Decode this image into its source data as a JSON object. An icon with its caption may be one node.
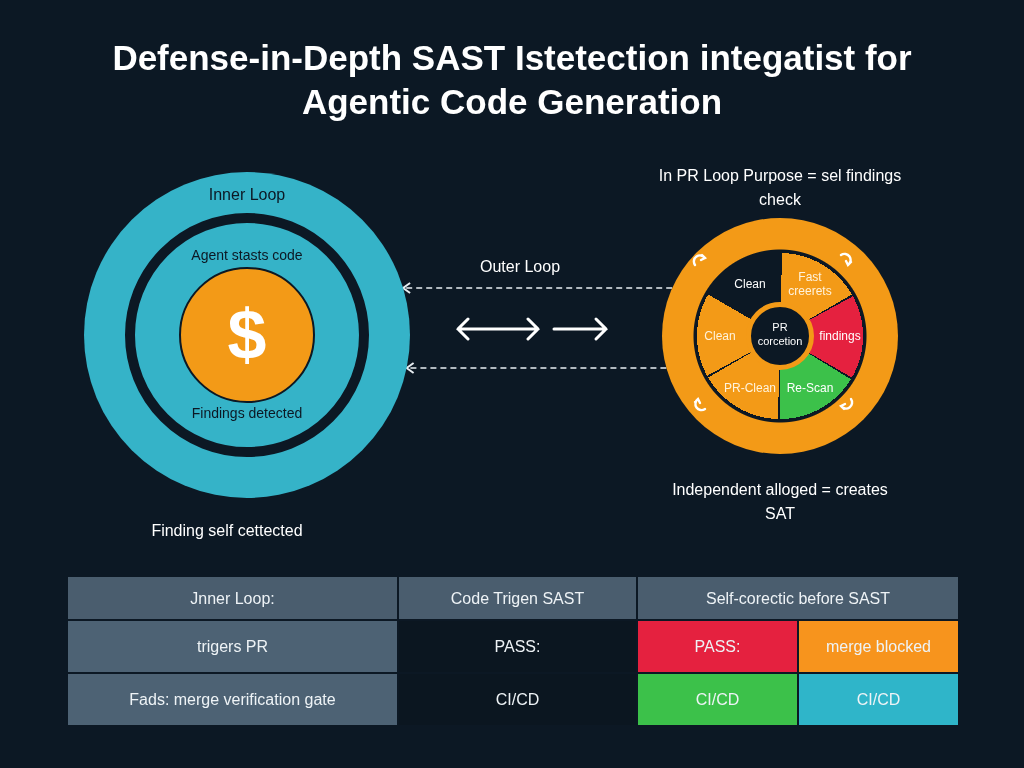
{
  "diagram": {
    "title": "Defense-in-Depth SAST Istetection integatist for Agentic Code Generation",
    "nodes": [
      {
        "text": [
          "Inner Loop"
        ]
      },
      {
        "text": [
          "Agent stasts code",
          "Findings detected"
        ],
        "in": 0
      },
      {
        "text": [
          "$"
        ],
        "in": 1
      },
      {
        "text": [],
        "shape": "circle"
      },
      {
        "text": [
          "Clean"
        ],
        "in": 3
      },
      {
        "text": [
          "Fast creerets"
        ],
        "in": 3
      },
      {
        "text": [
          "Clean"
        ],
        "in": 3
      },
      {
        "text": [
          "findings"
        ],
        "in": 3
      },
      {
        "text": [
          "PR-Clean"
        ],
        "in": 3
      },
      {
        "text": [
          "Re-Scan"
        ],
        "in": 3
      },
      {
        "text": [
          "PR corcetion"
        ],
        "in": 3
      }
    ],
    "edges": [
      {
        "from": 3,
        "to": 0,
        "arrow": "to",
        "style": "dashed",
        "label": "Outer Loop"
      },
      {
        "from": 3,
        "to": 0,
        "arrow": "to",
        "style": "dashed"
      }
    ],
    "labels": [
      "In PR Loop Purpose = sel findings check",
      "Independent alloged = creates SAT",
      "Finding self cettected",
      "Jnner Loop:",
      "Code Trigen SAST",
      "Self-corectic before SAST",
      "trigers PR",
      "PASS:",
      "PASS:",
      "merge blocked",
      "Fads: merge verification gate",
      "CI/CD",
      "CI/CD",
      "CI/CD"
    ]
  }
}
